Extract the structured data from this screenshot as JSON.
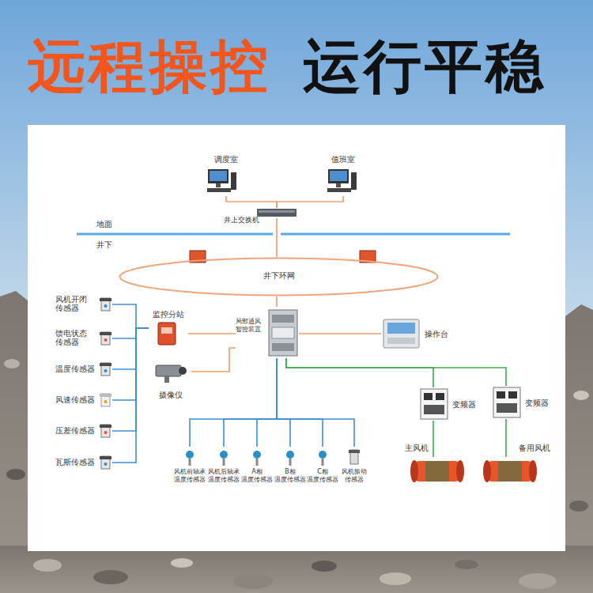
{
  "diagram": {
    "title": "远程操控",
    "nodes": [
      {
        "text": [
          "调度室"
        ]
      },
      {
        "text": [
          "值班室"
        ]
      },
      {
        "text": [
          "井上交换机"
        ]
      },
      {
        "text": [
          "井下环网"
        ]
      },
      {
        "text": [
          "风机开闭 传感器"
        ]
      },
      {
        "text": [
          "馈电状态 传感器"
        ]
      },
      {
        "text": [
          "温度传感器"
        ]
      },
      {
        "text": [
          "风速传感器"
        ]
      },
      {
        "text": [
          "压差传感器"
        ]
      },
      {
        "text": [
          "瓦斯传感器"
        ]
      },
      {
        "text": [
          "监控分站"
        ]
      },
      {
        "text": [
          "摄像仪"
        ]
      },
      {
        "text": [
          "局部通风 智控装置"
        ]
      },
      {
        "text": [
          "操作台"
        ]
      },
      {
        "text": [
          "风机前轴承 温度传感器"
        ]
      },
      {
        "text": [
          "风机后轴承 温度传感器"
        ]
      },
      {
        "text": [
          "A相 温度传感器"
        ]
      },
      {
        "text": [
          "B相 温度传感器"
        ]
      },
      {
        "text": [
          "C相 温度传感器"
        ]
      },
      {
        "text": [
          "风机振动 传感器"
        ]
      },
      {
        "text": [
          "变频器"
        ]
      },
      {
        "text": [
          "变频器"
        ]
      },
      {
        "text": [
          "主风机"
        ]
      },
      {
        "text": [
          "备用风机"
        ]
      }
    ],
    "edges": [
      {
        "from": 0,
        "to": 2,
        "arrow": "none"
      },
      {
        "from": 1,
        "to": 2,
        "arrow": "none"
      },
      {
        "from": 2,
        "to": 3,
        "arrow": "none"
      },
      {
        "from": 3,
        "to": 12,
        "arrow": "none"
      },
      {
        "from": 4,
        "to": 10,
        "arrow": "none"
      },
      {
        "from": 5,
        "to": 10,
        "arrow": "none"
      },
      {
        "from": 6,
        "to": 10,
        "arrow": "none"
      },
      {
        "from": 7,
        "to": 10,
        "arrow": "none"
      },
      {
        "from": 8,
        "to": 10,
        "arrow": "none"
      },
      {
        "from": 9,
        "to": 10,
        "arrow": "none"
      },
      {
        "from": 10,
        "to": 12,
        "arrow": "none"
      },
      {
        "from": 11,
        "to": 12,
        "arrow": "none"
      },
      {
        "from": 12,
        "to": 13,
        "arrow": "none"
      },
      {
        "from": 12,
        "to": 14,
        "arrow": "none"
      },
      {
        "from": 12,
        "to": 15,
        "arrow": "none"
      },
      {
        "from": 12,
        "to": 16,
        "arrow": "none"
      },
      {
        "from": 12,
        "to": 17,
        "arrow": "none"
      },
      {
        "from": 12,
        "to": 18,
        "arrow": "none"
      },
      {
        "from": 12,
        "to": 19,
        "arrow": "none"
      },
      {
        "from": 12,
        "to": 20,
        "arrow": "none"
      },
      {
        "from": 12,
        "to": 21,
        "arrow": "none"
      },
      {
        "from": 20,
        "to": 22,
        "arrow": "none"
      },
      {
        "from": 21,
        "to": 23,
        "arrow": "none"
      }
    ],
    "labels": [
      "运行平稳",
      "地面",
      "井下"
    ]
  }
}
